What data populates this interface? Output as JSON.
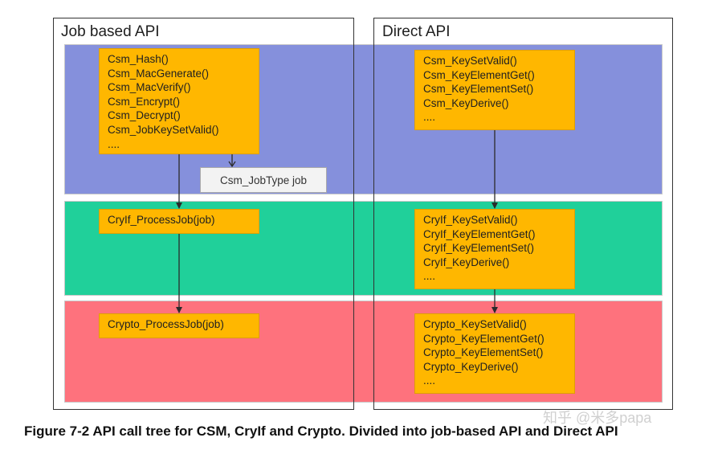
{
  "panels": {
    "job_based": {
      "title": "Job based API"
    },
    "direct": {
      "title": "Direct API"
    }
  },
  "job_based": {
    "csm_functions": [
      "Csm_Hash()",
      "Csm_MacGenerate()",
      "Csm_MacVerify()",
      "Csm_Encrypt()",
      "Csm_Decrypt()",
      "Csm_JobKeySetValid()",
      "...."
    ],
    "job_type": "Csm_JobType job",
    "cryif_function": "CryIf_ProcessJob(job)",
    "crypto_function": "Crypto_ProcessJob(job)"
  },
  "direct": {
    "csm_functions": [
      "Csm_KeySetValid()",
      "Csm_KeyElementGet()",
      "Csm_KeyElementSet()",
      "Csm_KeyDerive()",
      "...."
    ],
    "cryif_functions": [
      "CryIf_KeySetValid()",
      "CryIf_KeyElementGet()",
      "CryIf_KeyElementSet()",
      "CryIf_KeyDerive()",
      "...."
    ],
    "crypto_functions": [
      "Crypto_KeySetValid()",
      "Crypto_KeyElementGet()",
      "Crypto_KeyElementSet()",
      "Crypto_KeyDerive()",
      "...."
    ]
  },
  "caption": "Figure 7-2 API call tree for CSM, CryIf and Crypto. Divided into job-based API and Direct API",
  "watermark": "知乎 @米多papa",
  "colors": {
    "csm_layer": "#8590dc",
    "cryif_layer": "#20d09a",
    "crypto_layer": "#fe727d",
    "function_box": "#ffb700",
    "arrow": "#2b2b2b"
  }
}
